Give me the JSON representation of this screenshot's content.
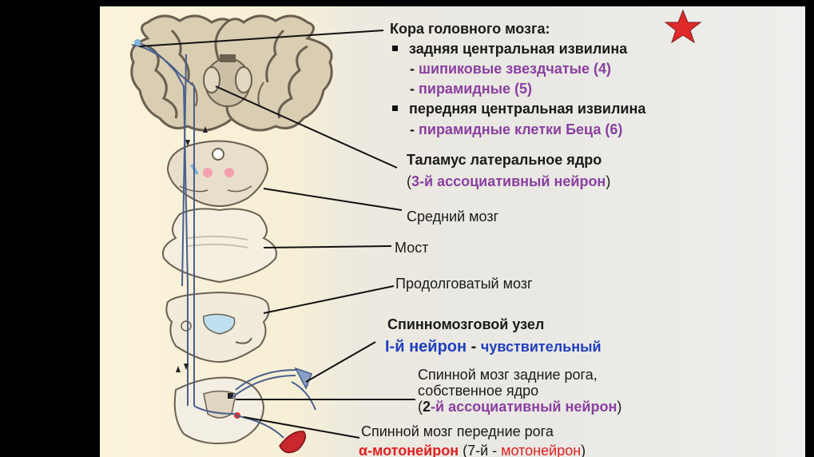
{
  "cortex": {
    "title": "Кора головного мозга:",
    "posterior_gyrus": "задняя центральная извилина",
    "stellate_prefix": "- ",
    "stellate": "шипиковые звездчатые (4)",
    "pyramidal_prefix": "- ",
    "pyramidal": "пирамидные (5)",
    "anterior_gyrus": "передняя центральная извилина",
    "betz_prefix": "- ",
    "betz": "пирамидные клетки Беца  (6)"
  },
  "thalamus": {
    "title": "Таламус латеральное ядро",
    "open_paren": "(",
    "neuron": "3-й ассоциативный нейрон",
    "close_paren": ")"
  },
  "labels": {
    "midbrain": "Средний мозг",
    "pons": "Мост",
    "medulla": "Продолговатый мозг"
  },
  "ganglion": {
    "title": "Спинномозговой узел",
    "neuron": "I-й нейрон",
    "dash": " - ",
    "kind": "чувствительный"
  },
  "dorsal_horn": {
    "line1": "Спинной мозг задние рога,",
    "line2": "собственное ядро",
    "open": "(",
    "num": "2",
    "neuron": "-й ассоциативный нейрон",
    "close": ")"
  },
  "ventral_horn": {
    "line1": "Спинной мозг передние  рога",
    "motoneuron": "α-мотонейрон",
    "paren_open": "  (7-й - ",
    "motoneuron2": "мотонейрон",
    "paren_close": ")"
  },
  "colors": {
    "background": "#000000",
    "slide_left": "#fbf4da",
    "slide_right": "#eeeeec",
    "purple_text": "#8a3fa0",
    "blue_text": "#1f3fbf",
    "red_text": "#e02020",
    "star": "#e02a2a"
  },
  "icons": [
    "star-icon"
  ]
}
